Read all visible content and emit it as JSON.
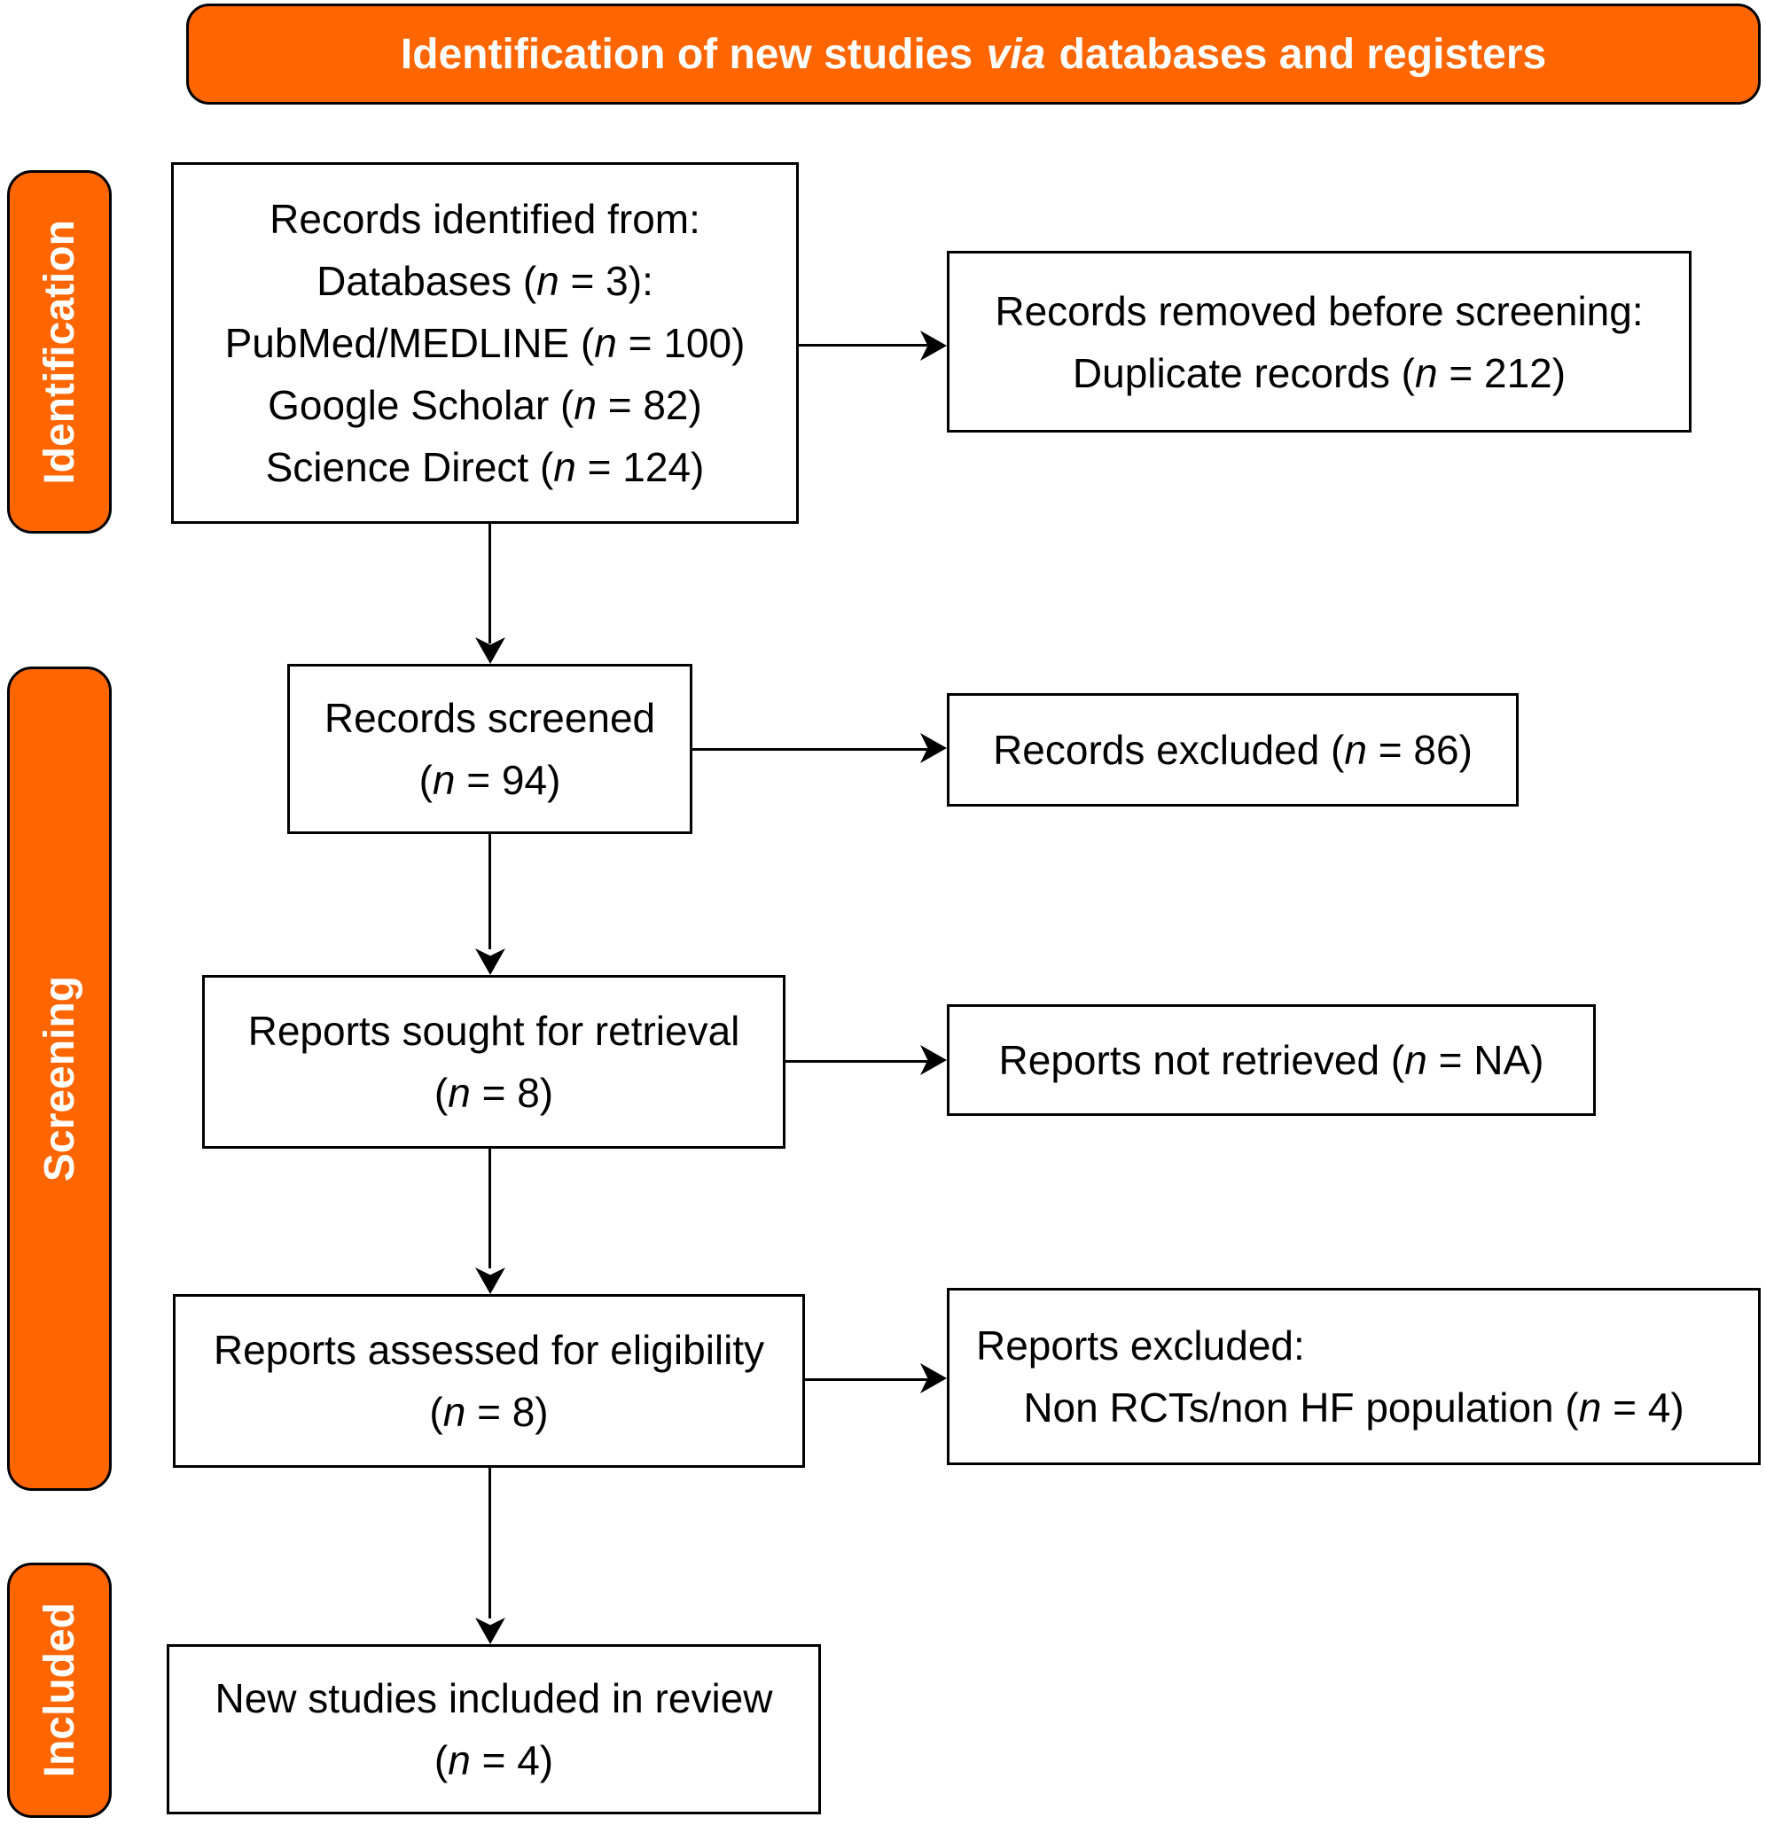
{
  "header": {
    "prefix": "Identification of new studies ",
    "italic": "via",
    "suffix": " databases and registers"
  },
  "sidebar": {
    "items": [
      {
        "label": "Identification"
      },
      {
        "label": "Screening"
      },
      {
        "label": "Included"
      }
    ]
  },
  "boxes": {
    "records_identified": {
      "lines": [
        "Records identified from:",
        "Databases (n = 3):",
        "PubMed/MEDLINE (n = 100)",
        "Google Scholar (n = 82)",
        "Science Direct (n = 124)"
      ]
    },
    "records_removed": {
      "lines": [
        "Records removed before screening:",
        "Duplicate records (n = 212)"
      ]
    },
    "records_screened": {
      "lines": [
        "Records screened",
        "(n = 94)"
      ]
    },
    "records_excluded": {
      "lines": [
        "Records excluded (n = 86)"
      ]
    },
    "reports_sought": {
      "lines": [
        "Reports sought for retrieval",
        "(n = 8)"
      ]
    },
    "reports_not_retrieved": {
      "lines": [
        "Reports not retrieved (n = NA)"
      ]
    },
    "reports_assessed": {
      "lines": [
        "Reports assessed for eligibility",
        "(n = 8)"
      ]
    },
    "reports_excluded": {
      "lines": [
        "Reports excluded:",
        "Non RCTs/non HF population (n = 4)"
      ]
    },
    "new_studies_included": {
      "lines": [
        "New studies included in review",
        "(n = 4)"
      ]
    }
  },
  "colors": {
    "accent_orange": "#FF6600",
    "line_black": "#000000",
    "box_background": "#FFFFFF",
    "label_text_white": "#FFFFFF"
  }
}
